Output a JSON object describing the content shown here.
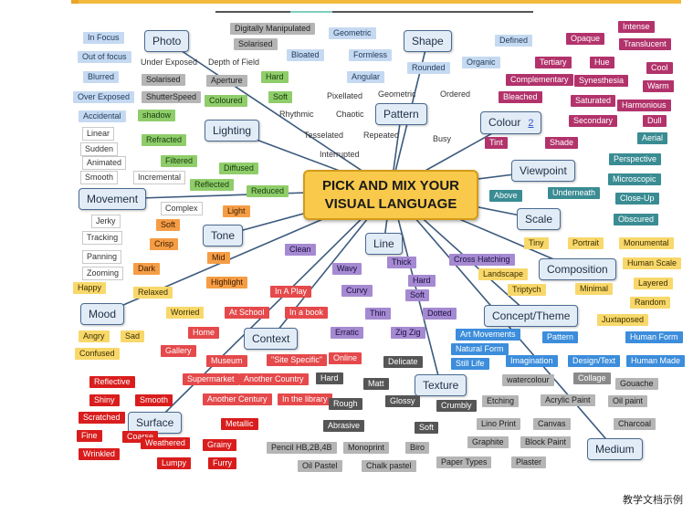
{
  "center": {
    "line1": "PICK AND MIX YOUR",
    "line2": "VISUAL LANGUAGE"
  },
  "footer": "教学文档示例",
  "colors": {
    "grey": "#b5b5b5",
    "lightblue": "#c5d9f1",
    "green": "#8fcd6a",
    "orange": "#f59d45",
    "red": "#e5494b",
    "purple": "#a58ad2",
    "blue": "#3c8ddb",
    "teal": "#3a8c93",
    "maroon": "#b2336b",
    "yellow": "#f8d86b",
    "darkgrey": "#555555",
    "midgrey": "#8a8a8a"
  },
  "categories": [
    "Photo",
    "Shape",
    "Lighting",
    "Pattern",
    "Colour",
    "Viewpoint",
    "Movement",
    "Scale",
    "Tone",
    "Line",
    "Composition",
    "Mood",
    "Concept/Theme",
    "Context",
    "Texture",
    "Surface",
    "Medium"
  ],
  "colour_link": "2",
  "words": [
    "In Focus",
    "Out of focus",
    "Blurred",
    "Over Exposed",
    "Accidental",
    "Linear",
    "Sudden",
    "Animated",
    "Smooth",
    "Incremental",
    "Complex",
    "Jerky",
    "Tracking",
    "Panning",
    "Zooming",
    "Digitally Manipulated",
    "Solarised",
    "Under Exposed",
    "Depth of Field",
    "Solarised",
    "Aperture",
    "ShutterSpeed",
    "Geometric",
    "Bloated",
    "Formless",
    "Angular",
    "Rounded",
    "Organic",
    "Defined",
    "Hard",
    "Soft",
    "Coloured",
    "Pixellated",
    "Geometric",
    "Ordered",
    "Rhythmic",
    "Chaotic",
    "Tesselated",
    "Repeated",
    "Busy",
    "Interrupted",
    "shadow",
    "Refracted",
    "Filtered",
    "Diffused",
    "Reflected",
    "Reduced",
    "Opaque",
    "Intense",
    "Translucent",
    "Tertiary",
    "Hue",
    "Cool",
    "Complementary",
    "Synesthesia",
    "Warm",
    "Bleached",
    "Saturated",
    "Harmonious",
    "Secondary",
    "Dull",
    "Tint",
    "Shade",
    "Aerial",
    "Perspective",
    "Microscopic",
    "Underneath",
    "Close-Up",
    "Above",
    "Obscured",
    "Light",
    "Soft",
    "Crisp",
    "Mid",
    "Dark",
    "Highlight",
    "Relaxed",
    "Happy",
    "Worried",
    "Angry",
    "Sad",
    "Confused",
    "Clean",
    "Wavy",
    "Thick",
    "Curvy",
    "Hard",
    "Soft",
    "Thin",
    "Dotted",
    "Erratic",
    "Zig Zig",
    "Tiny",
    "Portrait",
    "Monumental",
    "Landscape",
    "Human Scale",
    "Cross Hatching",
    "Triptych",
    "Minimal",
    "Layered",
    "Random",
    "Juxtaposed",
    "Art Movements",
    "Pattern",
    "Human Form",
    "Natural Form",
    "Still Life",
    "Imagination",
    "Design/Text",
    "Human Made",
    "Collage",
    "In A Play",
    "In a book",
    "At School",
    "Home",
    "Gallery",
    "Museum",
    "\"Site Specific\"",
    "Online",
    "Supermarket",
    "Another Country",
    "Another Century",
    "In the library",
    "Delicate",
    "Hard",
    "Matt",
    "Rough",
    "Glossy",
    "Crumbly",
    "Abrasive",
    "Soft",
    "Reflective",
    "Shiny",
    "Smooth",
    "Scratched",
    "Fine",
    "Wrinkled",
    "Coarse",
    "Weathered",
    "Grainy",
    "Lumpy",
    "Furry",
    "Metallic",
    "watercolour",
    "Gouache",
    "Etching",
    "Acrylic Paint",
    "Oil paint",
    "Lino Print",
    "Canvas",
    "Charcoal",
    "Graphite",
    "Block Paint",
    "Pencil HB,2B,4B",
    "Monoprint",
    "Biro",
    "Oil Pastel",
    "Chalk pastel",
    "Paper Types",
    "Plaster"
  ]
}
